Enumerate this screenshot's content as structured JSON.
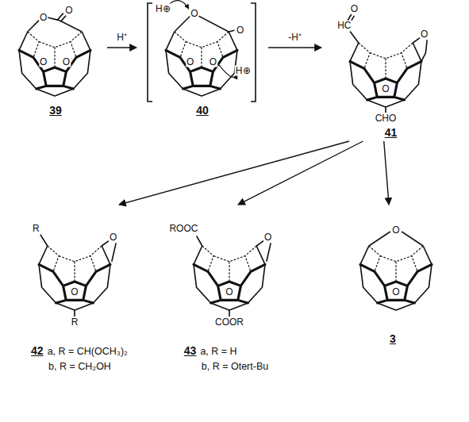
{
  "diagram": {
    "nodes": [
      {
        "text": [
          "39"
        ]
      },
      {
        "text": [
          "40"
        ]
      },
      {
        "text": [
          "41"
        ]
      },
      {
        "text": [
          "42",
          "a, R = CH(OCH₃)₂",
          "b, R = CH₂OH"
        ]
      },
      {
        "text": [
          "43",
          "a, R = H",
          "b, R = Otert-Bu"
        ]
      },
      {
        "text": [
          "3"
        ]
      }
    ],
    "edges": [
      {
        "from": 0,
        "to": 1,
        "arrow": "to",
        "label": "H⁺"
      },
      {
        "from": 1,
        "to": 2,
        "arrow": "to",
        "label": "-H⁺"
      },
      {
        "from": 2,
        "to": 3,
        "arrow": "to"
      },
      {
        "from": 2,
        "to": 4,
        "arrow": "to"
      },
      {
        "from": 2,
        "to": 5,
        "arrow": "to"
      }
    ],
    "labels": [
      "O",
      "O",
      "O",
      "O",
      "H⊕",
      "O",
      "O",
      "O",
      "O",
      "H⊕",
      "O",
      "HC",
      "O",
      "O",
      "CHO",
      "R",
      "O",
      "O",
      "R",
      "ROOC",
      "O",
      "O",
      "COOR",
      "O",
      "O"
    ]
  }
}
